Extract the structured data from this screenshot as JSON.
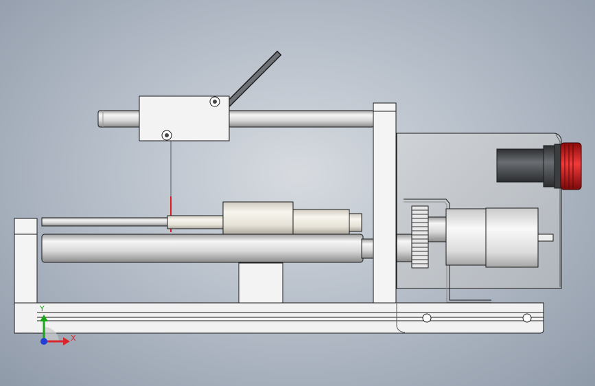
{
  "viewport": {
    "type": "cad-3d-view",
    "background_gradient": [
      "#d7dbe0",
      "#8f9aa9"
    ]
  },
  "model": {
    "parts": [
      "base-rail",
      "left-end-block",
      "right-upright-plate",
      "upper-guide-rod",
      "sliding-carriage-block",
      "diagonal-lever-rod",
      "plumb-wire",
      "red-indicator",
      "thin-rod",
      "syringe-barrel",
      "lower-guide-rod",
      "center-support-block",
      "motor-housing-box",
      "gear",
      "gear-shaft",
      "motor-bracket",
      "stepper-motor",
      "motor-shaft",
      "panel-connector",
      "red-connector-cap",
      "base-holes"
    ],
    "colors": {
      "metal_light": "#f2f2f2",
      "metal_mid": "#cfcfcf",
      "outline": "#1a1a1a",
      "accent_red": "#d81e1e",
      "dark_connector": "#4a4d50"
    }
  },
  "triad": {
    "x_label": "X",
    "y_label": "Y",
    "x_color": "#d8262a",
    "y_color": "#1aa51a",
    "z_color": "#1f3fd6"
  }
}
